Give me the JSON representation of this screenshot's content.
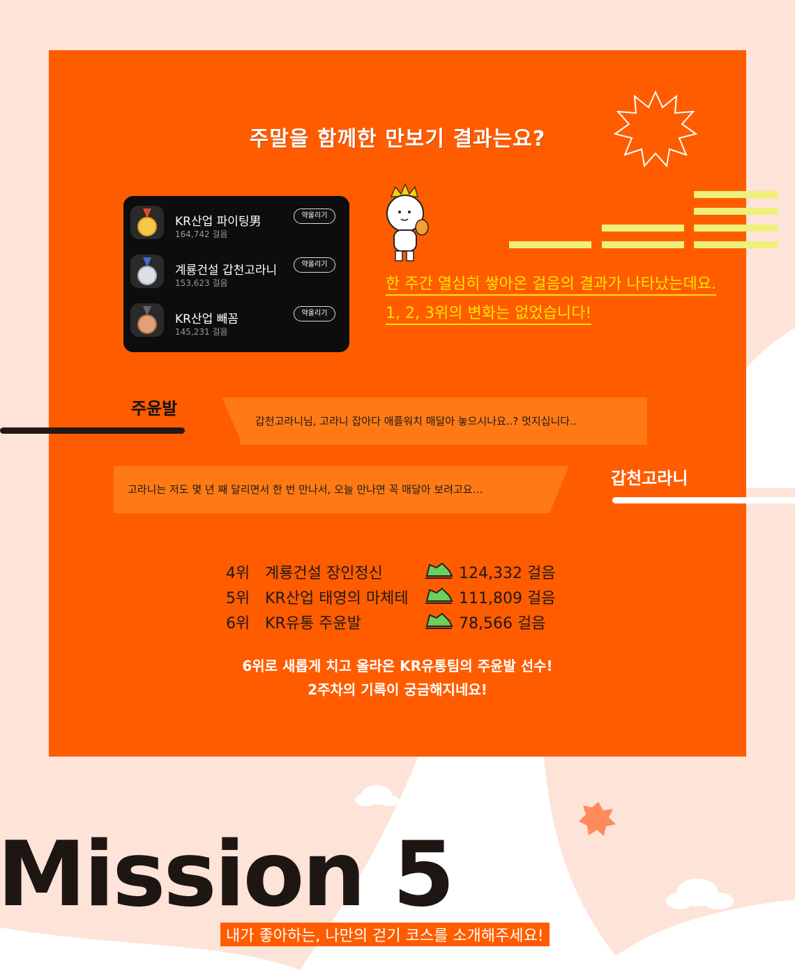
{
  "heading": "주말을 함께한 만보기 결과는요?",
  "ranking_card": {
    "items": [
      {
        "name": "KR산업 파이팅男",
        "steps": "164,742 걸음",
        "button": "약올리기",
        "medal": "gold-medal-icon"
      },
      {
        "name": "계룡건설 갑천고라니",
        "steps": "153,623 걸음",
        "button": "약올리기",
        "medal": "silver-medal-icon"
      },
      {
        "name": "KR산업 빼꼼",
        "steps": "145,231 걸음",
        "button": "약올리기",
        "medal": "bronze-medal-icon"
      }
    ]
  },
  "summary": {
    "line1": "한 주간 열심히 쌓아온 걸음의 결과가 나타났는데요.",
    "line2": "1, 2, 3위의 변화는 없었습니다!"
  },
  "chat": {
    "speaker1": "주윤발",
    "message1": "갑천고라니님, 고라니 잡아다 애플워치 매달아 놓으시나요..? 멋지십니다..",
    "speaker2": "갑천고라니",
    "message2": "고라니는 저도 몇 년 째 달리면서 한 번 만나서, 오늘 만나면 꼭 매달아 보려고요…"
  },
  "standings": [
    {
      "rank": "4위",
      "name": "계룡건설 장인정신",
      "steps": "124,332 걸음"
    },
    {
      "rank": "5위",
      "name": "KR산업 태영의 마체테",
      "steps": "111,809 걸음"
    },
    {
      "rank": "6위",
      "name": "KR유통 주윤발",
      "steps": "78,566 걸음"
    }
  ],
  "closing": {
    "line1": "6위로 새롭게 치고 올라온 KR유통팀의 주윤발 선수!",
    "line2": "2주차의 기록이 궁금해지네요!"
  },
  "mission": {
    "title": "Mission 5",
    "subtitle": "내가 좋아하는, 나만의 걷기 코스를 소개해주세요!"
  },
  "colors": {
    "background": "#fde3d8",
    "panel": "#ff5c00",
    "accent_yellow": "#ffe600",
    "bubble": "#ff7a14",
    "dark": "#1d1613"
  }
}
